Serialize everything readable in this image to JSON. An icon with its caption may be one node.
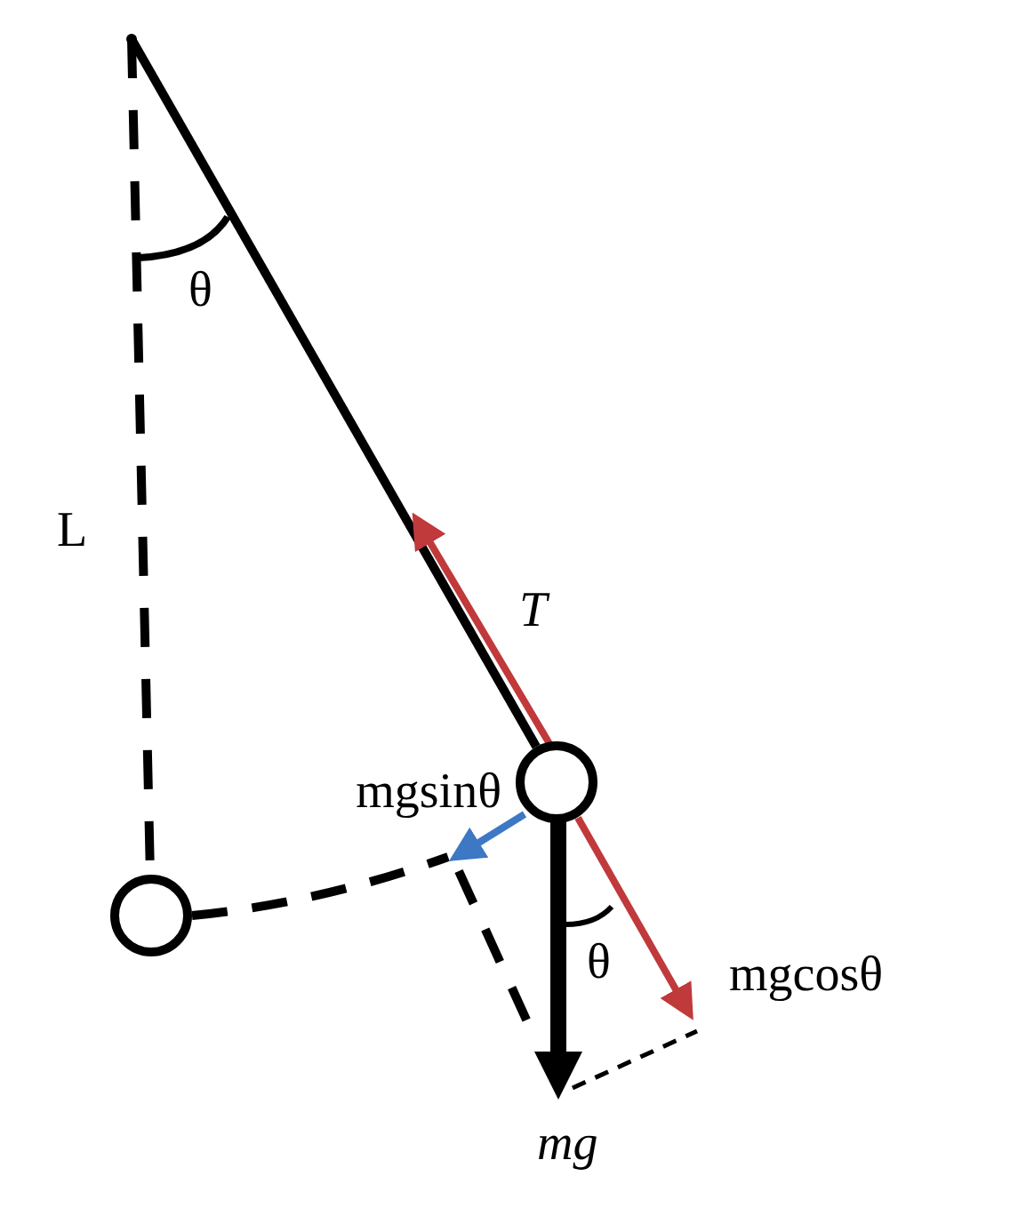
{
  "diagram": {
    "nodes": [
      {
        "text": [],
        "shape": "point"
      },
      {
        "text": [],
        "shape": "circle"
      },
      {
        "text": [],
        "shape": "circle"
      }
    ],
    "edges": [
      {
        "from": 0,
        "to": 1,
        "arrow": "none"
      },
      {
        "from": 0,
        "to": 2,
        "arrow": "none",
        "style": "dashed"
      }
    ],
    "labels": [
      "θ",
      "L",
      "T",
      "mgsinθ",
      "θ",
      "mgcosθ",
      "mg"
    ]
  }
}
